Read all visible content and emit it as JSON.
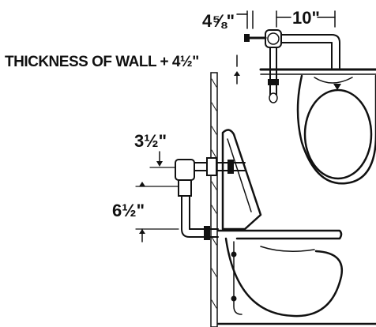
{
  "labels": {
    "dim_top_left": "4⅝\"",
    "dim_top_right": "10\"",
    "wall_note": "THICKNESS OF WALL + 4½\"",
    "dim_mid": "3½\"",
    "dim_lower": "6½\""
  },
  "colors": {
    "ink": "#111111",
    "paper": "#ffffff"
  }
}
